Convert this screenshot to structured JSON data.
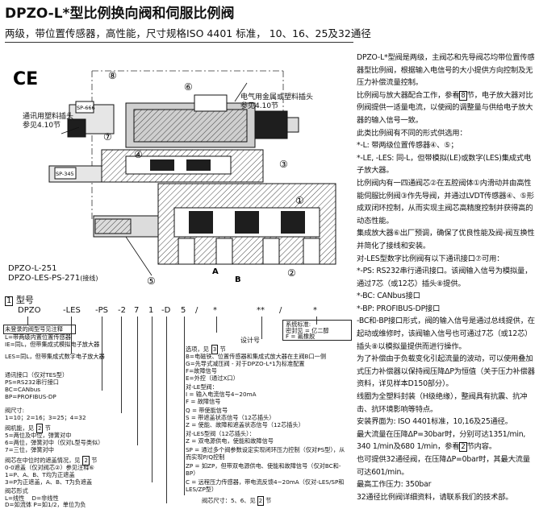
{
  "header": {
    "title": "DPZO-L*型比例换向阀和伺服比例阀",
    "subtitle": "两级，带位置传感器，高性能，尺寸规格ISO 4401 标准， 10、16、25及32通径"
  },
  "figure": {
    "ce_mark": "CE",
    "label_connector_right": "电气用金属或塑料插头",
    "label_connector_right_ref": "参见4.10节",
    "label_connector_left": "通讯用塑料插头",
    "label_connector_left_ref": "参见4.10节",
    "tag_sp_666": "SP-666",
    "tag_sp_345": "SP-345",
    "circled": [
      "①",
      "②",
      "③",
      "④",
      "⑤",
      "⑥",
      "⑦",
      "⑧"
    ],
    "port_a": "A",
    "port_b": "B",
    "model_1": "DPZO-L-251",
    "model_2": "DPZO-LES-PS-271",
    "model_2_suffix": "(接线)"
  },
  "model_code": {
    "section_num": "1",
    "section_label": "型号",
    "codes": [
      "DPZO",
      "-LES",
      "-PS",
      "-2",
      "7",
      "1",
      "-D",
      "5",
      "/",
      "*",
      "**",
      "/",
      "*"
    ],
    "system_header": "系统标准:",
    "system_options": [
      "密封见 = 亿二醇",
      "F = 氟橡胶"
    ],
    "design_no": "设计号",
    "dash_items": [
      "未登录的阀型号见注释",
      "L=带两级内置位置传感器",
      "IE=同L，但带集成式模拟电子放大器",
      "LES=同L，但带集成式数字电子放大器",
      "通讯接口（仅对TES型）",
      "PS=RS232串行接口",
      "BC=CANbus",
      "BP=PROFIBUS-DP",
      "阀尺寸:",
      "1=10；2=16；3=25；4=32",
      "阀机能，见",
      "5=两位及中位，弹簧对中",
      "6=两位，弹簧对中（仅对L型号类似）",
      "7=三位，弹簧对中",
      "阀芯在中位时的遮盖情况，见",
      "0-0遮盖（仅对阀芯②）参见注释⑥",
      "1=P、A、B、T均为正遮盖",
      "3=P为正遮盖，A、B、T为负遮盖",
      "阀芯形式",
      "L=线性",
      "D=非线性",
      "D=如流体 P=如1/2，单位为负"
    ],
    "options_items": [
      "选项，见",
      "B=电磁铁、位置传感器和集成式放大器在主阀B口一侧",
      "G=先导式减压阀 - 对于DPZO-L*1为标准配置",
      "F=故障信号",
      "E=外控（通过X口）",
      "对-LE型阀：",
      "I = 输入电流信号4~20mA",
      "F = 故障信号",
      "Q = 带使能信号",
      "S = 带遮盖状态信号（12芯插头）",
      "Z = 使能、故障和遮盖状态信号（12芯插头）",
      "对-LES型阀（12芯插头）：",
      "Z = 双电源供电，使能和故障信号",
      "SP = 通过多个阀参数设定实现闭环压力控制（仅对PS型），从而实现P/Q控制",
      "ZP = 如ZP，但带双电源供电、使能和故障信号（仅对BC和-BP）",
      "C = 远程压力传感器，带电流反馈4~20mA（仅对-LES/SP和LES/ZP型）"
    ],
    "bottom_note": "阀芯尺寸：5、6、见",
    "bottom_note_num": "2",
    "bottom_note_suffix": "节"
  },
  "description": {
    "p1": "DPZO-L*型阀是两级，主阀芯和先导阀芯均带位置传感器型比例阀，根据输入电信号的大小提供方向控制及无压力补偿流量控制。",
    "p2_a": "比例阀与放大器配合工作，参看",
    "p2_num": "8",
    "p2_b": "节，电子放大器对比例阀提供一适量电流，以使阀的调整量与供给电子放大器的输入信号一致。",
    "p3": "此类比例阀有不同的形式供选用：",
    "p4": "*-L: 带两级位置传感器④、⑤；",
    "p5": "*-LE, -LES: 同-L，但带模拟(LE)或数字(LES)集成式电子放大器。",
    "p6": "比例阀内有一四通阀芯②在五腔阀体①内滑动并由高性能伺服比例阀③作先导阀，并通过LVDT传感器④、⑤形成双闭环控制，从而实现主阀芯高精度控制并获得高的动态性能。",
    "p7": "集成放大器⑥出厂预调，确保了优良性能及阀-阀互换性并简化了接线和安装。",
    "p8": "对-LES型数字比例阀有以下通讯接口⑦可用：",
    "p9": "*-PS: RS232串行通讯接口。该阀输入信号为模拟量，通过7芯（或12芯）插头⑧提供。",
    "p10": "*-BC: CANbus接口",
    "p11": "*-BP: PROFIBUS-DP接口",
    "p12": "-BC和-BP接口形式，阀的输入信号是通过总线提供，在起动或维修时，该阀输入信号也可通过7芯（或12芯）插头⑧以模拟量提供而进行操作。",
    "p13": "为了补偿由于负载变化引起流量的波动，可以使用叠加式压力补偿器以保持阀压降ΔP为恒值（关于压力补偿器资料，详见样本D150部分）。",
    "p14": "线圈为全塑料封装（H级绝缘），整阀具有抗震、抗冲击、抗环境影响等特点。",
    "p15": "安装界面为: ISO 4401标准，10,16及25通径。",
    "p16_a": "最大流量在压降ΔP=30bar时，分别可达1351/min, 340 1/min及680 1/min，参看",
    "p16_num": "2",
    "p16_b": "节内容。",
    "p17": "也可提供32通径阀，在压降ΔP=0bar时，其最大流量可达601/min。",
    "p18": "最高工作压力: 350bar",
    "p19": "32通径比例阀详细资料，请联系我们的技术部。"
  },
  "colors": {
    "ink": "#111111",
    "hatch": "#444444",
    "body_fill": "#dcdcdc",
    "dark_fill": "#1e1e1e"
  }
}
